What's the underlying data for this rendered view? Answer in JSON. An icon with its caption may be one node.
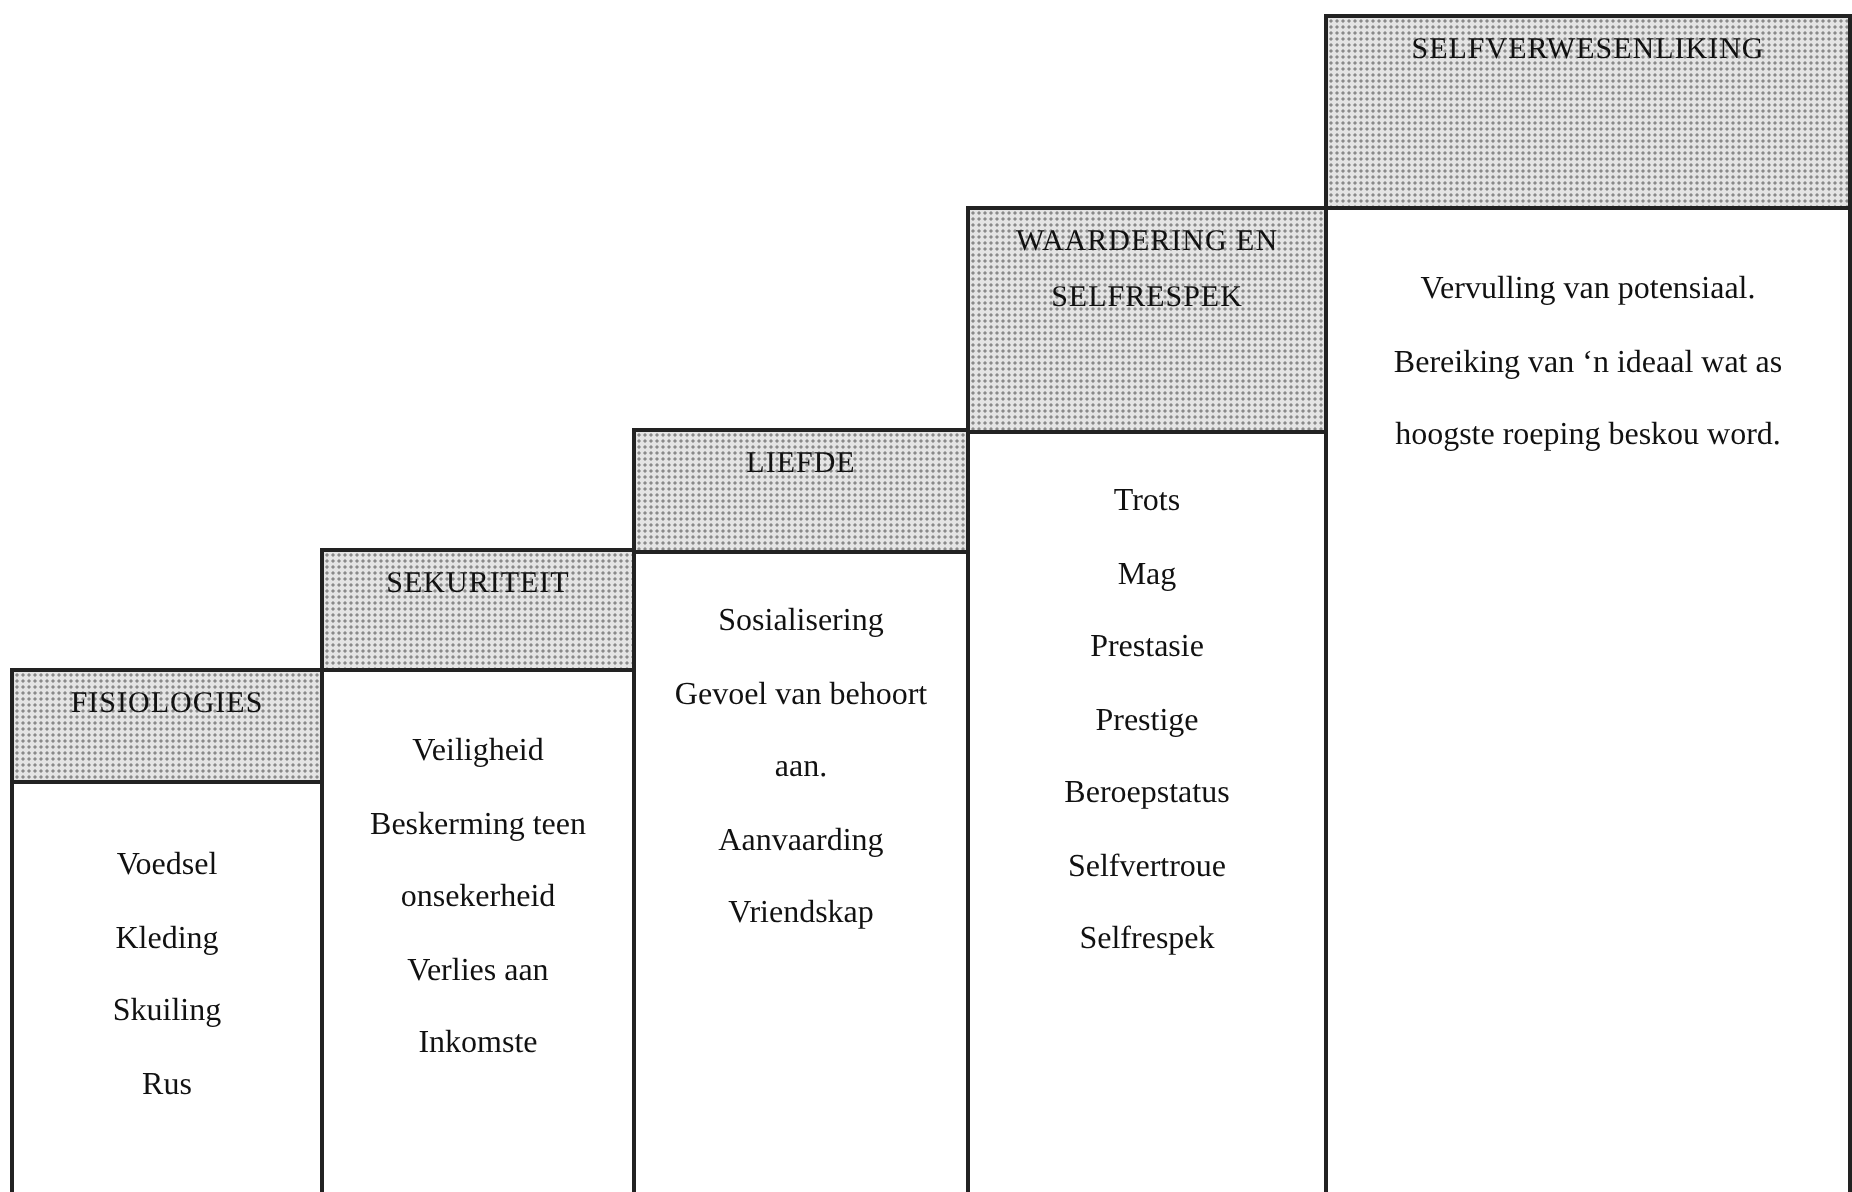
{
  "diagram": {
    "nodes": [
      {
        "text": [
          "FISIOLOGIES",
          "Voedsel",
          "Kleding",
          "Skuiling",
          "Rus"
        ]
      },
      {
        "text": [
          "SEKURITEIT",
          "Veiligheid",
          "Beskerming teen onsekerheid",
          "Verlies aan Inkomste"
        ]
      },
      {
        "text": [
          "LIEFDE",
          "Sosialisering",
          "Gevoel van behoort aan.",
          "Aanvaarding",
          "Vriendskap"
        ]
      },
      {
        "text": [
          "WAARDERING EN SELFRESPEK",
          "Trots",
          "Mag",
          "Prestasie",
          "Prestige",
          "Beroepstatus",
          "Selfvertroue",
          "Selfrespek"
        ]
      },
      {
        "text": [
          "SELFVERWESENLIKING",
          "Vervulling van potensiaal.",
          "Bereiking van ‘n ideaal wat as hoogste roeping beskou word."
        ]
      }
    ],
    "edges": []
  }
}
